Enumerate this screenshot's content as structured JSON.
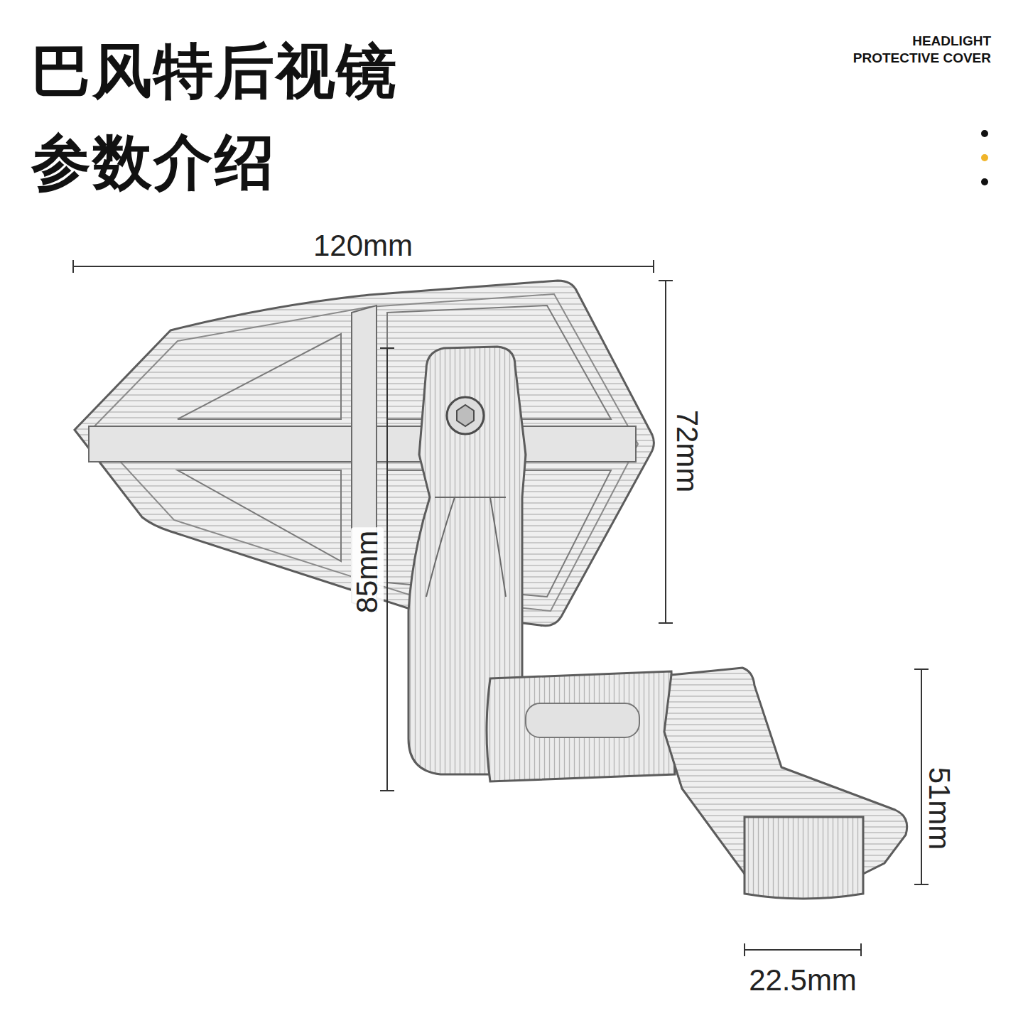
{
  "diagram": {
    "title": "巴风特后视镜 参数介绍",
    "labels": [
      "HEADLIGHT PROTECTIVE COVER",
      "120mm",
      "72mm",
      "85mm",
      "51mm",
      "22.5mm"
    ]
  }
}
